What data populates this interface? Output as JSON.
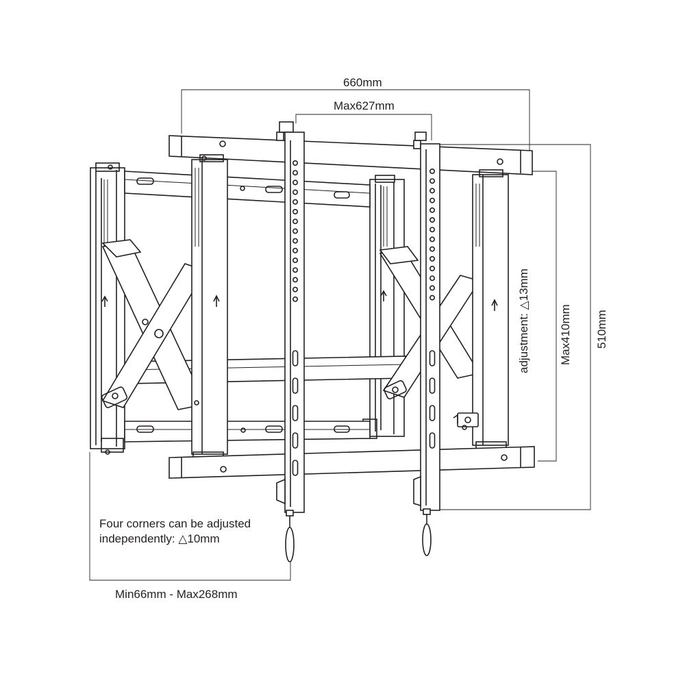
{
  "dimensions": {
    "overall_width": "660mm",
    "max_vertical_spacing": "Max627mm",
    "overall_height": "510mm",
    "max_height": "Max410mm",
    "adjustment": "adjustment: △13mm",
    "depth_range": "Min66mm - Max268mm"
  },
  "note": {
    "line1": "Four corners can be adjusted",
    "line2": "independently: △10mm"
  },
  "icons": [
    "up-arrow-icon",
    "pull-cord-icon",
    "lock-icon"
  ]
}
